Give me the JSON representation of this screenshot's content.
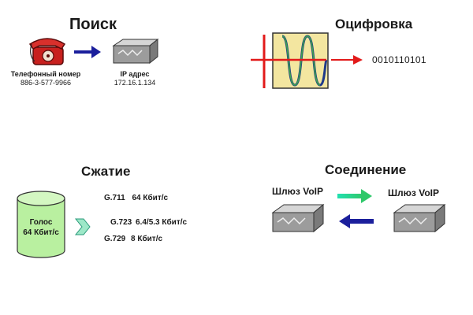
{
  "lookup": {
    "title": "Поиск",
    "phone_label": "Телефонный номер",
    "phone_number": "886-3-577-9966",
    "ip_label": "IP адрес",
    "ip_value": "172.16.1.134"
  },
  "digitize": {
    "title": "Оцифровка",
    "binary": "0010110101"
  },
  "compress": {
    "title": "Сжатие",
    "source_line1": "Голос",
    "source_line2": "64 Кбит/с",
    "codecs": [
      {
        "name": "G.711",
        "rate": "64 Кбит/с"
      },
      {
        "name": "G.723",
        "rate": "6.4/5.3 Кбит/с"
      },
      {
        "name": "G.729",
        "rate": "8 Кбит/с"
      }
    ]
  },
  "connect": {
    "title": "Соединение",
    "gateway_left": "Шлюз VoIP",
    "gateway_right": "Шлюз VoIP"
  },
  "colors": {
    "arrow_blue": "#1b1f9c",
    "arrow_red": "#e21a1a",
    "arrow_cyan": "#22e0b0",
    "arrow_green": "#33cc66",
    "cylinder": "#b9f0a0",
    "phone": "#c8201e"
  }
}
